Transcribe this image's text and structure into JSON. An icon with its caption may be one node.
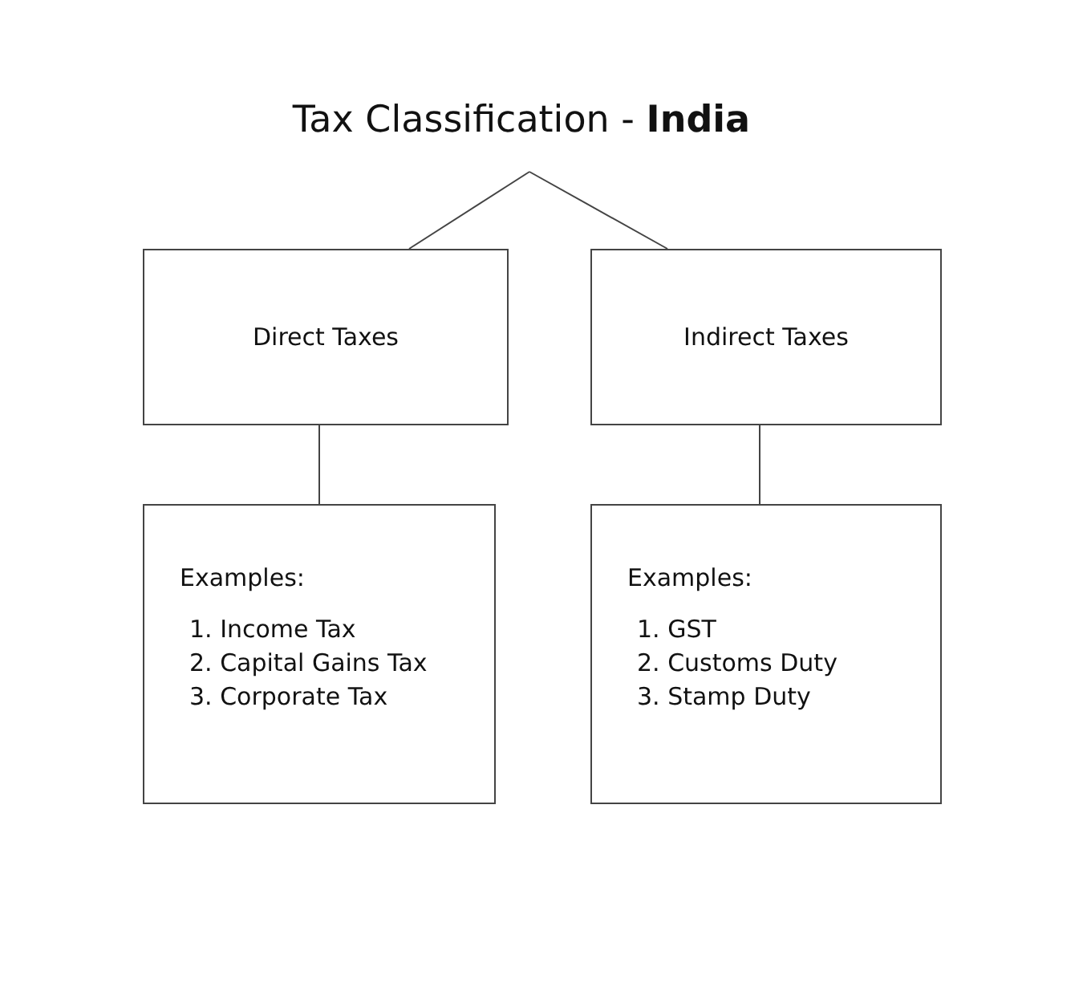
{
  "diagram": {
    "nodes": [
      {
        "text": [
          "Tax Classification - **India**"
        ]
      },
      {
        "text": [
          "Direct Taxes"
        ]
      },
      {
        "text": [
          "Indirect Taxes"
        ]
      },
      {
        "text": [
          "Examples:",
          "1. Income Tax",
          "2. Capital Gains Tax",
          "3. Corporate Tax"
        ]
      },
      {
        "text": [
          "Examples:",
          "1. GST",
          "2. Customs Duty",
          "3. Stamp Duty"
        ]
      }
    ],
    "edges": [
      {
        "from": 0,
        "to": 1,
        "arrow": "none"
      },
      {
        "from": 0,
        "to": 2,
        "arrow": "none"
      },
      {
        "from": 1,
        "to": 3,
        "arrow": "none"
      },
      {
        "from": 2,
        "to": 4,
        "arrow": "none"
      }
    ]
  }
}
